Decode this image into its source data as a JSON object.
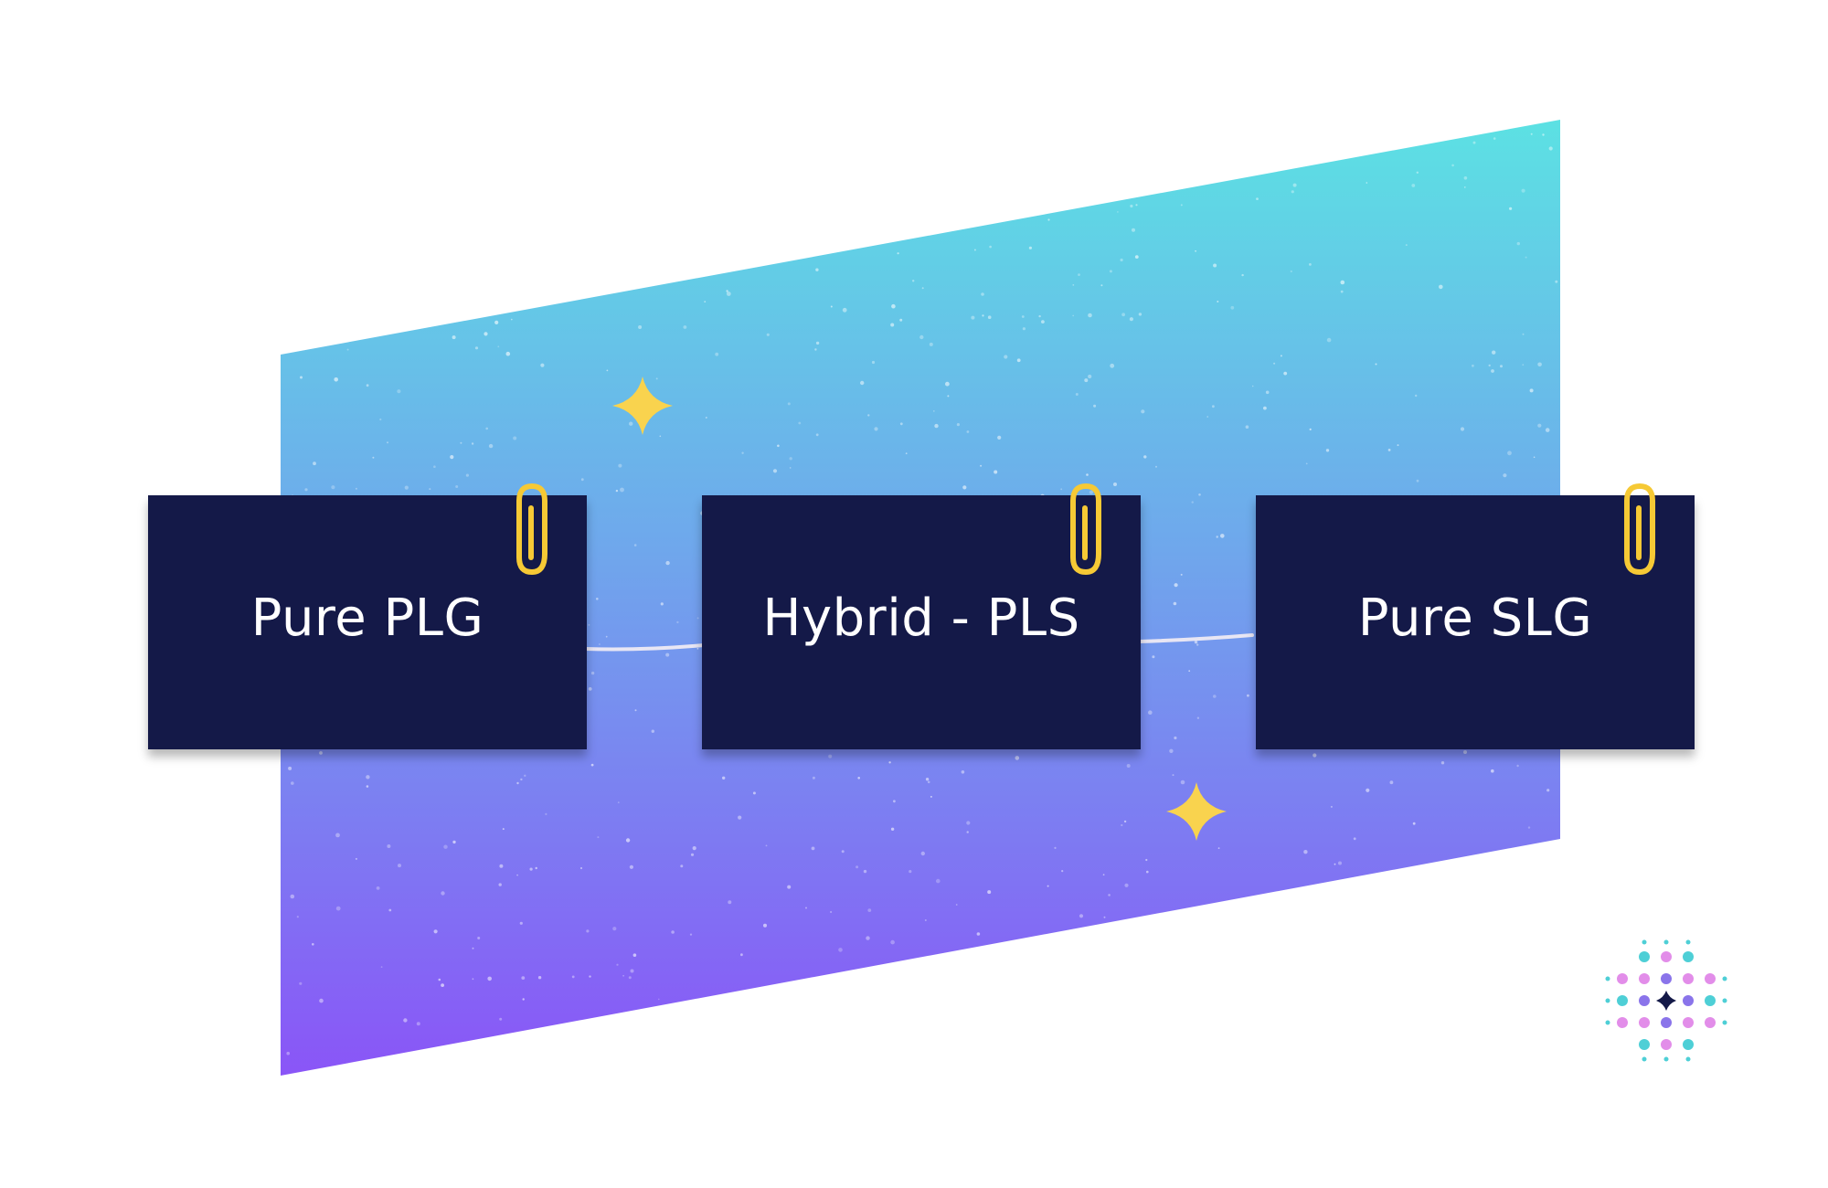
{
  "diagram": {
    "cards": [
      {
        "label": "Pure PLG"
      },
      {
        "label": "Hybrid - PLS"
      },
      {
        "label": "Pure SLG"
      }
    ]
  },
  "colors": {
    "gradient_top": "#5ce1e3",
    "gradient_mid": "#6fa7ec",
    "gradient_bottom": "#8a55f7",
    "card_background": "#141948",
    "card_text": "#ffffff",
    "paperclip": "#f6c935",
    "sparkle": "#f9d34e",
    "connector": "#e8e6f4",
    "logo_teal": "#4ecfd6",
    "logo_pink": "#e28de9",
    "logo_violet": "#8a74ea",
    "logo_star": "#141948"
  },
  "icons": [
    "paperclip-icon",
    "sparkle-icon",
    "dot-grid-logo"
  ]
}
